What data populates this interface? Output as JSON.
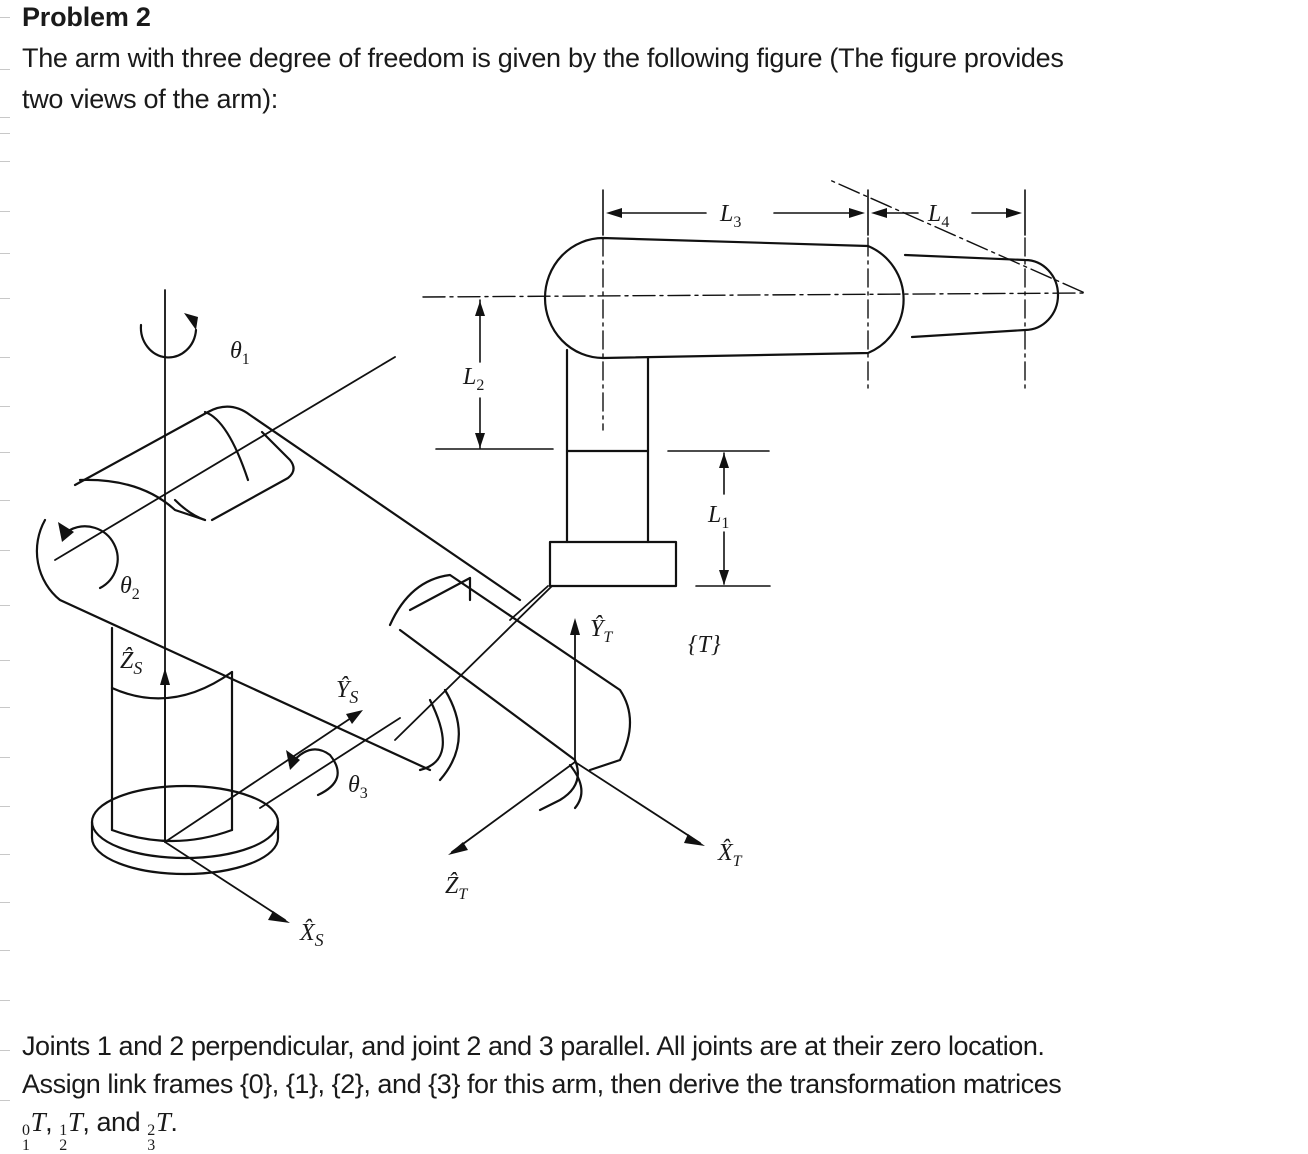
{
  "problem": {
    "title": "Problem 2",
    "intro_line1": "The arm with three degree of freedom is given by the following figure (The figure provides",
    "intro_line2": "two views of the arm):"
  },
  "figure": {
    "labels": {
      "theta1": "θ",
      "theta1_sub": "1",
      "theta2": "θ",
      "theta2_sub": "2",
      "theta3": "θ",
      "theta3_sub": "3",
      "zs": "Ẑ",
      "zs_sub": "S",
      "ys": "Ŷ",
      "ys_sub": "S",
      "xs": "X̂",
      "xs_sub": "S",
      "yt": "Ŷ",
      "yt_sub": "T",
      "zt": "Ẑ",
      "zt_sub": "T",
      "xt": "X̂",
      "xt_sub": "T",
      "frame_t": "{T}",
      "l1": "L",
      "l1_sub": "1",
      "l2": "L",
      "l2_sub": "2",
      "l3": "L",
      "l3_sub": "3",
      "l4": "L",
      "l4_sub": "4"
    },
    "views": [
      "isometric view",
      "side view"
    ]
  },
  "footer": {
    "line1": "Joints 1 and 2 perpendicular, and joint 2 and 3 parallel. All joints are at their zero location.",
    "line2": "Assign link frames {0}, {1}, {2}, and {3} for this arm, then derive the transformation matrices",
    "line3_matrices": [
      {
        "sup": "0",
        "sub": "1",
        "sym": "T",
        "sep": ", "
      },
      {
        "sup": "1",
        "sub": "2",
        "sym": "T",
        "sep": ", and "
      },
      {
        "sup": "2",
        "sub": "3",
        "sym": "T",
        "sep": "."
      }
    ]
  }
}
